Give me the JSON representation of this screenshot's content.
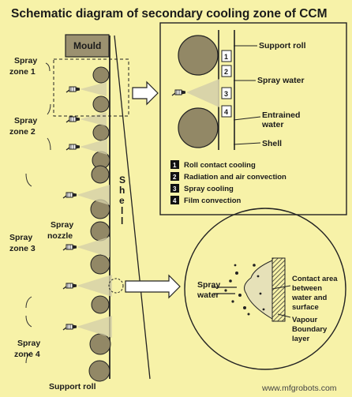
{
  "title": "Schematic diagram of secondary cooling zone of CCM",
  "mould_label": "Mould",
  "shell_label": "Shell",
  "spray_zones": [
    "Spray zone 1",
    "Spray zone 2",
    "Spray zone 3",
    "Spray zone 4"
  ],
  "spray_zone_lines": {
    "z1": [
      "Spray",
      "zone 1"
    ],
    "z2": [
      "Spray",
      "zone 2"
    ],
    "z3": [
      "Spray",
      "zone 3"
    ],
    "z4": [
      "Spray",
      "zone 4"
    ]
  },
  "spray_nozzle_label": [
    "Spray",
    "nozzle"
  ],
  "support_roll_bottom": "Support roll",
  "detail_top": {
    "support_roll": "Support roll",
    "spray_water": "Spray water",
    "entrained_water": [
      "Entrained",
      "water"
    ],
    "shell": "Shell"
  },
  "legend": [
    {
      "num": "1",
      "text": "Roll contact cooling"
    },
    {
      "num": "2",
      "text": "Radiation and air convection"
    },
    {
      "num": "3",
      "text": "Spray cooling"
    },
    {
      "num": "4",
      "text": "Film convection"
    }
  ],
  "detail_bottom": {
    "spray_water": [
      "Spray",
      "water"
    ],
    "contact_area": [
      "Contact area",
      "between",
      "water and",
      "surface"
    ],
    "vapour": [
      "Vapour",
      "Boundary",
      "layer"
    ]
  },
  "watermark": "www.mfgrobots.com"
}
